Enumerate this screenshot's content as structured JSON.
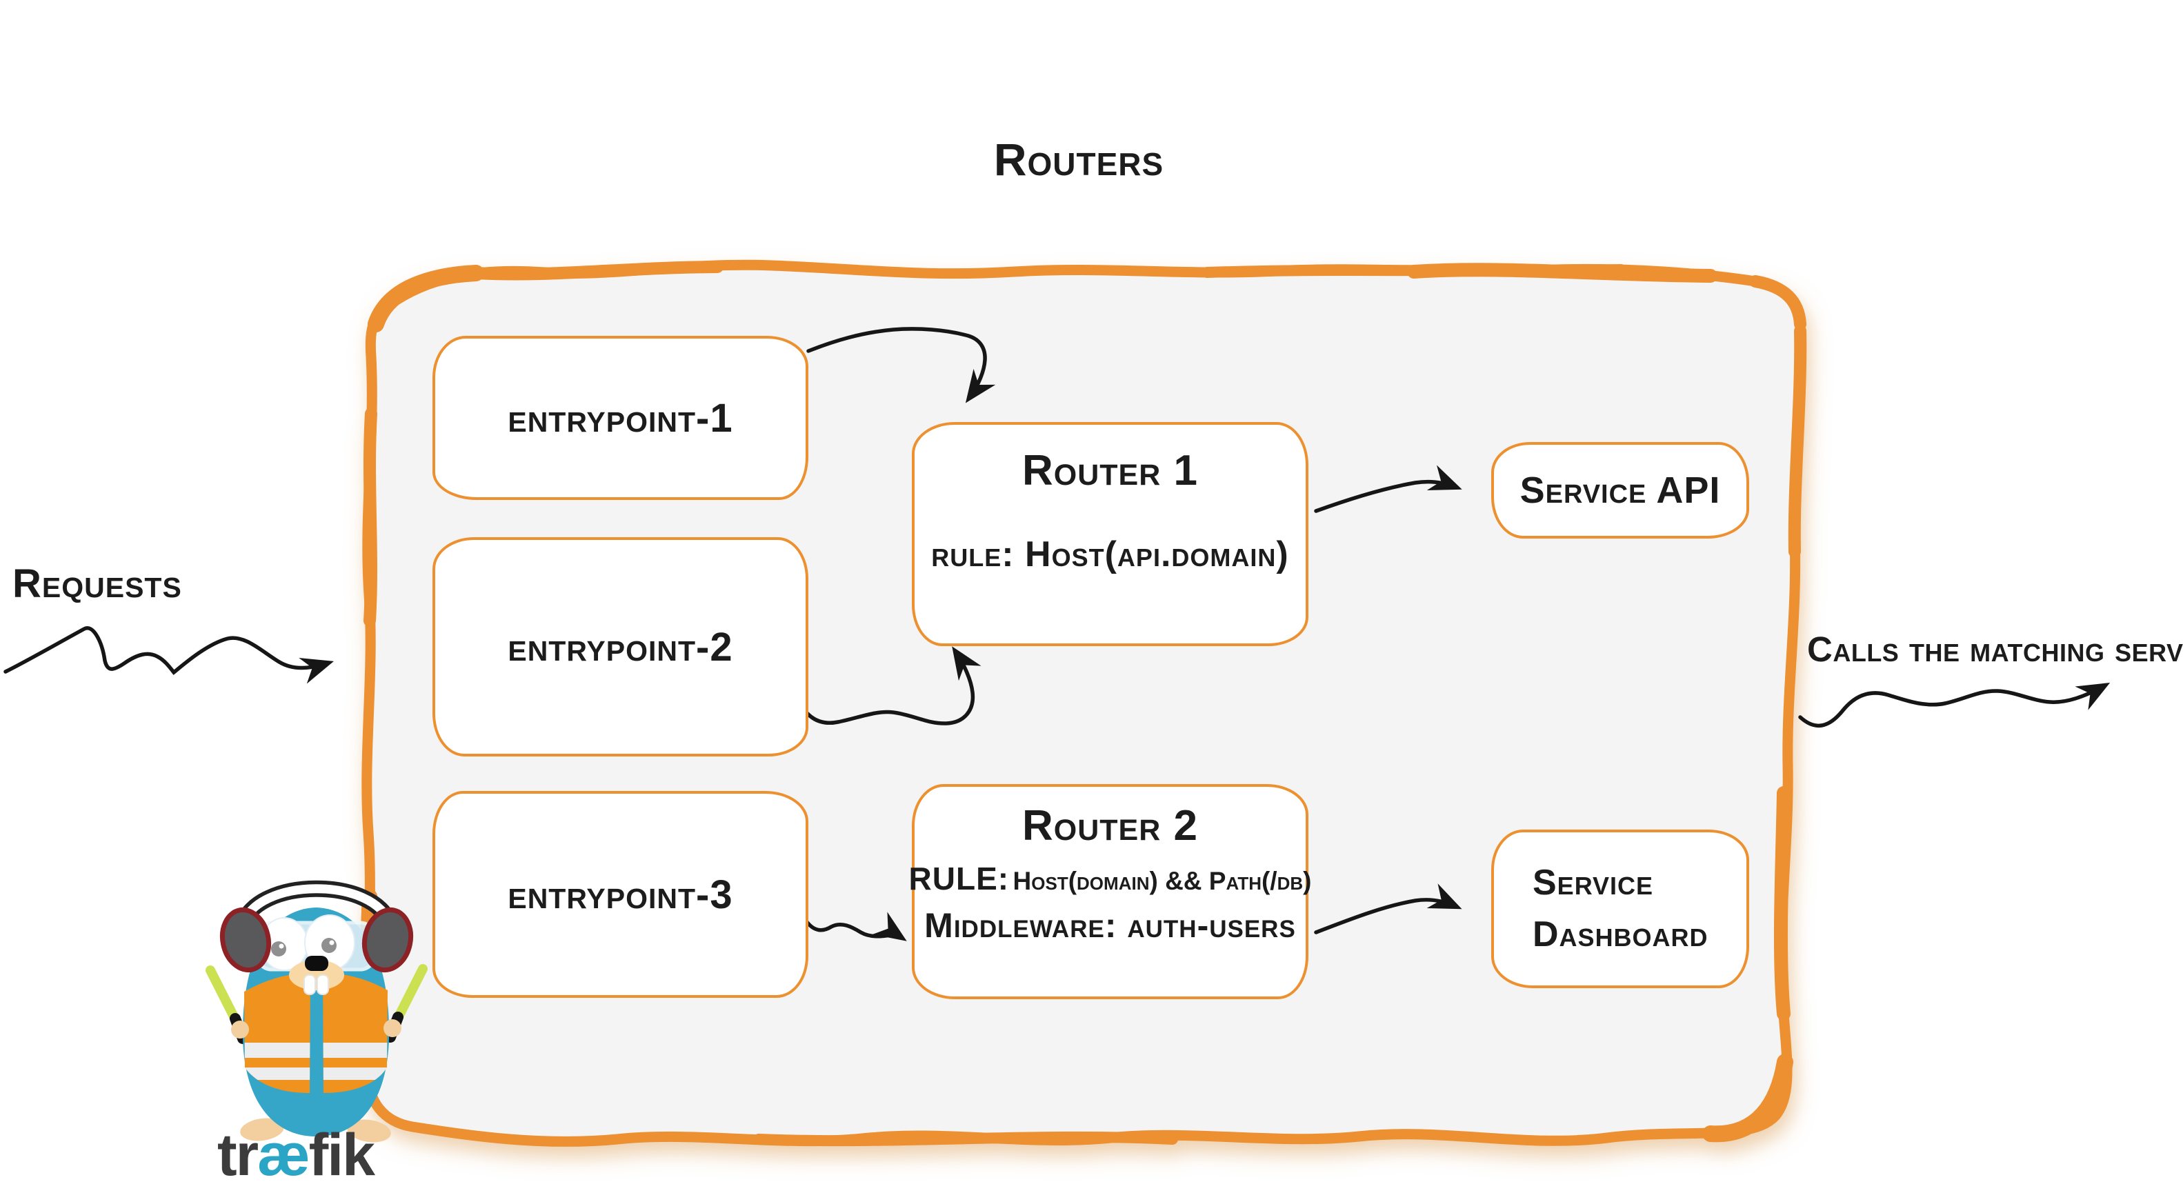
{
  "diagram": {
    "title": "Routers",
    "left_label": "Requests",
    "right_label": "Calls the matching server",
    "entrypoints": [
      {
        "label": "entrypoint-1"
      },
      {
        "label": "entrypoint-2"
      },
      {
        "label": "entrypoint-3"
      }
    ],
    "routers": [
      {
        "title": "Router 1",
        "rule": "rule: Host(api.domain)"
      },
      {
        "title": "Router 2",
        "rule_label": "RULE:",
        "rule_value": "Host(domain) && Path(/db)",
        "middleware": "Middleware: auth-users"
      }
    ],
    "services": [
      {
        "label": "Service API"
      },
      {
        "line1": "Service",
        "line2": "Dashboard"
      }
    ],
    "logo": {
      "text_pre": "tr",
      "text_ae": "æ",
      "text_post": "fik"
    },
    "colors": {
      "accent_orange": "#EC9030",
      "container_fill": "#F4F4F4",
      "ink": "#1C1C1C",
      "arrow_black": "#161616",
      "logo_teal": "#2AA5C6",
      "logo_gray": "#3D3C3D"
    }
  }
}
